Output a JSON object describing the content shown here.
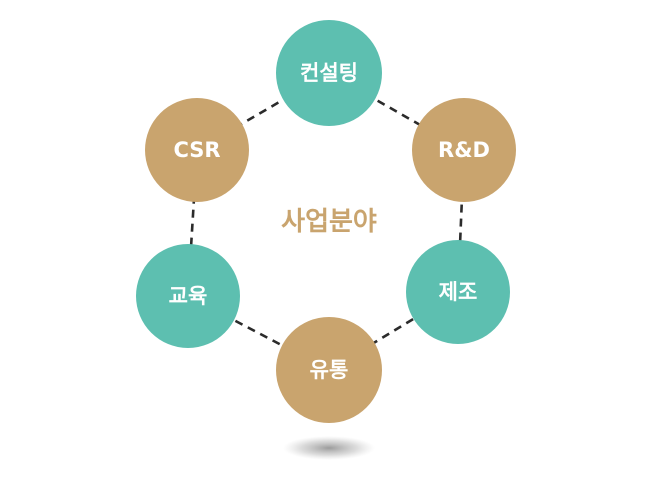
{
  "diagram": {
    "center_label": "사업분야",
    "nodes": [
      {
        "label": "컨설팅",
        "color": "#5dbfb0"
      },
      {
        "label": "R&D",
        "color": "#c9a46e"
      },
      {
        "label": "제조",
        "color": "#5dbfb0"
      },
      {
        "label": "유통",
        "color": "#c9a46e"
      },
      {
        "label": "교육",
        "color": "#5dbfb0"
      },
      {
        "label": "CSR",
        "color": "#c9a46e"
      }
    ]
  },
  "colors": {
    "teal": "#5dbfb0",
    "gold": "#c9a46e",
    "center_text": "#c9a46e",
    "ring_line": "#2b2b2b",
    "shadow": "#8f8f8f"
  }
}
